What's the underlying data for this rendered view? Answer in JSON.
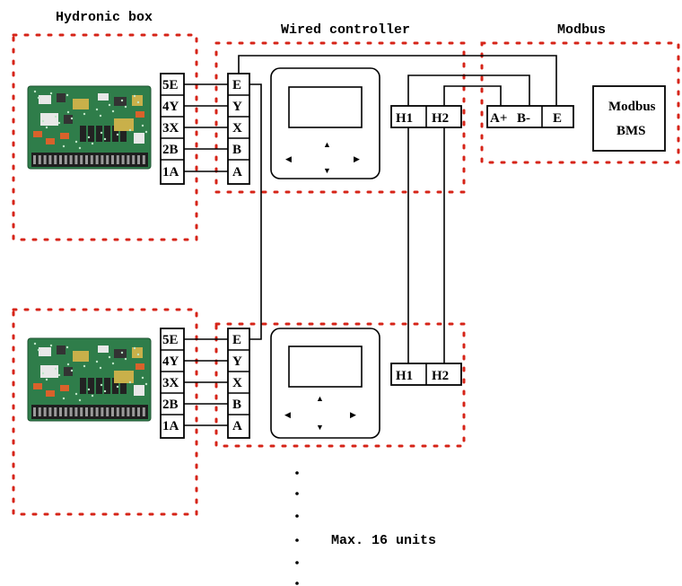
{
  "regions": {
    "hydronic_box": "Hydronic box",
    "wired_controller": "Wired controller",
    "modbus": "Modbus"
  },
  "hydronic_terminals": [
    "5E",
    "4Y",
    "3X",
    "2B",
    "1A"
  ],
  "controller_terminals": [
    "E",
    "Y",
    "X",
    "B",
    "A"
  ],
  "h_terminals": [
    "H1",
    "H2"
  ],
  "modbus_terminals": [
    "A+",
    "B-",
    "E"
  ],
  "bms": {
    "line1": "Modbus",
    "line2": "BMS"
  },
  "max_units": "Max. 16 units",
  "colors": {
    "region_border": "#d62418",
    "pcb_green": "#2f7d4a",
    "wire": "#000000"
  }
}
